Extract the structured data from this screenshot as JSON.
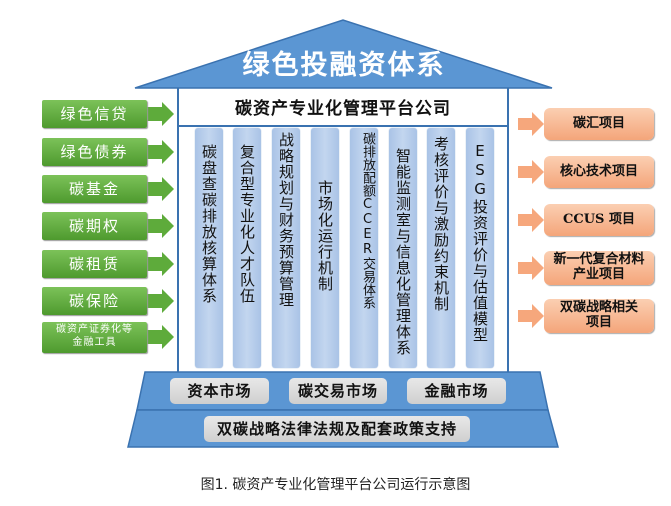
{
  "title": "绿色投融资体系",
  "company": "碳资产专业化管理平台公司",
  "left_items": [
    {
      "label": "绿色信贷"
    },
    {
      "label": "绿色债券"
    },
    {
      "label": "碳基金"
    },
    {
      "label": "碳期权"
    },
    {
      "label": "碳租赁"
    },
    {
      "label": "碳保险"
    },
    {
      "label_line1": "碳资产证券化等",
      "label_line2": "金融工具"
    }
  ],
  "pillars": [
    {
      "label": "碳盘查碳排放核算体系"
    },
    {
      "label": "复合型专业化人才队伍"
    },
    {
      "label": "战略规划与财务预算管理"
    },
    {
      "label": "市场化运行机制"
    },
    {
      "label": "碳排放配额CCER交易体系"
    },
    {
      "label": "智能监测室与信息化管理体系"
    },
    {
      "label": "考核评价与激励约束机制"
    },
    {
      "label": "ESG投资评价与估值模型"
    }
  ],
  "right_items": [
    {
      "label": "碳汇项目"
    },
    {
      "label": "核心技术项目"
    },
    {
      "label": "CCUS 项目"
    },
    {
      "label_line1": "新一代复合材料",
      "label_line2": "产业项目"
    },
    {
      "label_line1": "双碳战略相关",
      "label_line2": "项目"
    }
  ],
  "markets": [
    {
      "label": "资本市场"
    },
    {
      "label": "碳交易市场"
    },
    {
      "label": "金融市场"
    }
  ],
  "foundation": "双碳战略法律法规及配套政策支持",
  "caption": "图1. 碳资产专业化管理平台公司运行示意图",
  "colors": {
    "roof": "#5b96d3",
    "frame": "#3a72b0",
    "green": "#5eab3b",
    "orange": "#f6b08a",
    "pillar": "#b4cbea"
  }
}
